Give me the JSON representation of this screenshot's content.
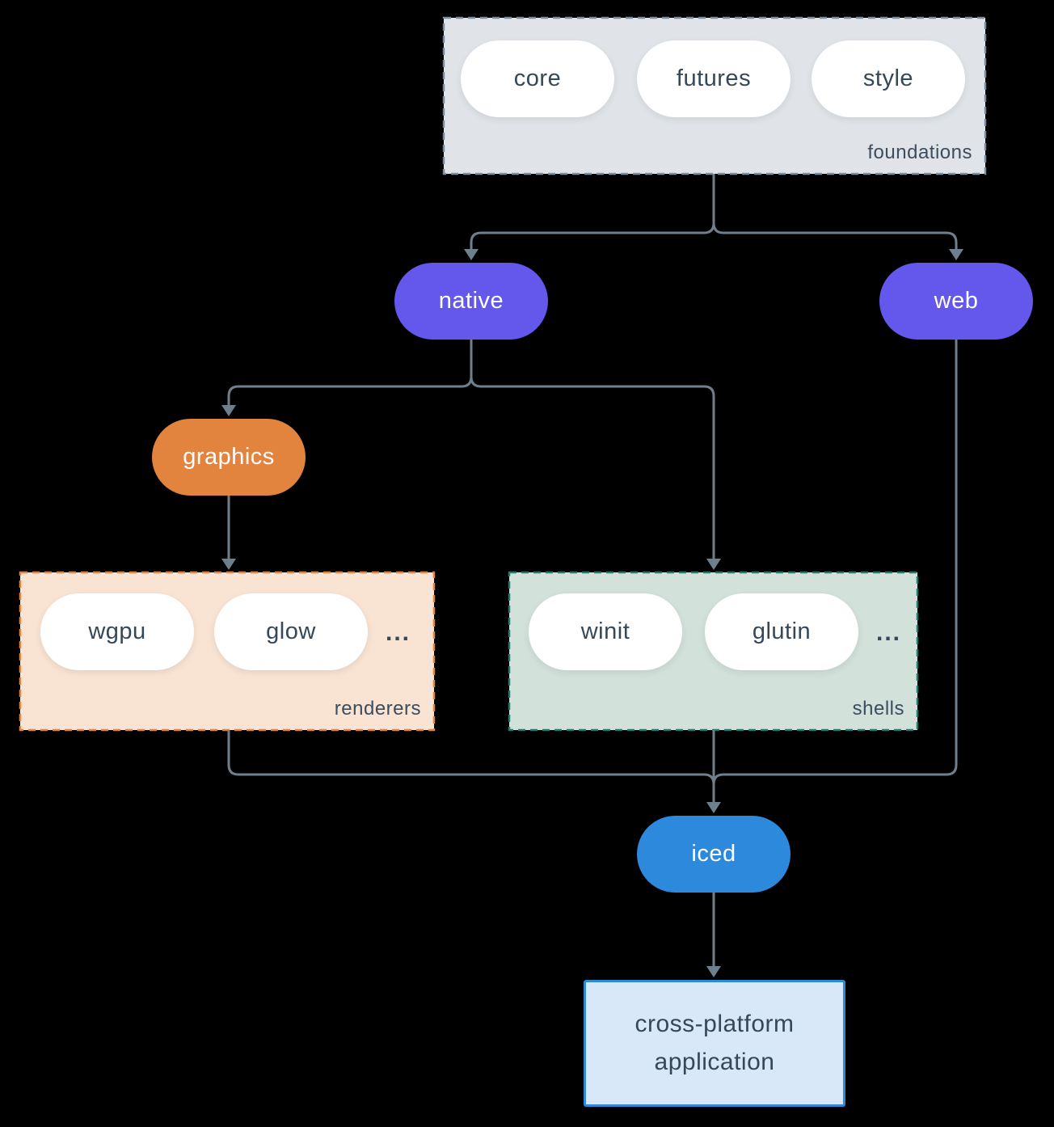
{
  "diagram": {
    "foundations": {
      "label": "foundations",
      "pills": [
        "core",
        "futures",
        "style"
      ]
    },
    "native": {
      "label": "native"
    },
    "web": {
      "label": "web"
    },
    "graphics": {
      "label": "graphics"
    },
    "renderers": {
      "label": "renderers",
      "pills": [
        "wgpu",
        "glow"
      ],
      "ellipsis": "..."
    },
    "shells": {
      "label": "shells",
      "pills": [
        "winit",
        "glutin"
      ],
      "ellipsis": "..."
    },
    "iced": {
      "label": "iced"
    },
    "application": {
      "label": "cross-platform application"
    },
    "colors": {
      "purple": "#6357ec",
      "orange": "#e2833e",
      "blue": "#2d89dc",
      "foundations_fill": "#e0e4e8",
      "foundations_border": "#7d8da0",
      "renderers_fill": "#f9e3d2",
      "renderers_border": "#e2833e",
      "shells_fill": "#d2e1da",
      "shells_border": "#23796a",
      "application_fill": "#d8e8f9",
      "application_border": "#2d89dc",
      "arrow": "#6e7f8e",
      "text_dark": "#35485a",
      "pill_white": "#ffffff"
    }
  }
}
